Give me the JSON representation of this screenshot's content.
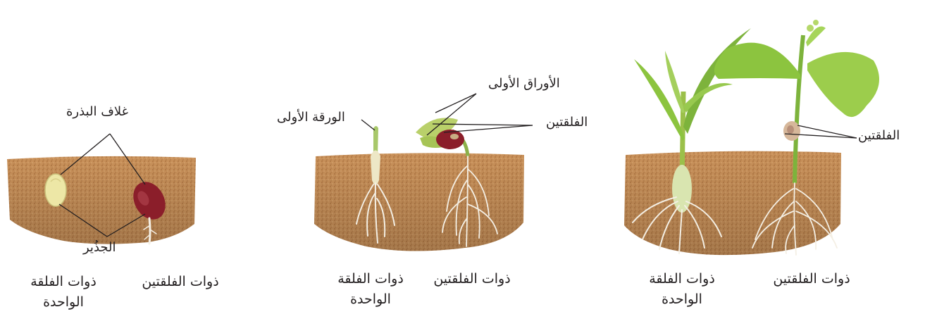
{
  "panels": [
    {
      "stage": "germination",
      "labels": {
        "seed_coat": "غلاف البذرة",
        "radicle": "الجذُير"
      },
      "captions": {
        "dicot": "ذوات الفلقتين",
        "monocot": "ذوات الفلقة الواحدة"
      }
    },
    {
      "stage": "seedling",
      "labels": {
        "first_leaf": "الورقة الأولى",
        "first_leaves": "الأوراق الأولى",
        "cotyledons": "الفلقتين"
      },
      "captions": {
        "dicot": "ذوات الفلقتين",
        "monocot": "ذوات الفلقة الواحدة"
      }
    },
    {
      "stage": "young-plant",
      "labels": {
        "cotyledons": "الفلقتين"
      },
      "captions": {
        "dicot": "ذوات الفلقتين",
        "monocot": "ذوات الفلقة الواحدة"
      }
    }
  ],
  "colors": {
    "soil": "#c9915a",
    "soil_dark": "#a86f3c",
    "root": "#f4efe4",
    "stem_green": "#7db33c",
    "leaf_green": "#8cc43f",
    "seed_red": "#8b1e2a",
    "seed_cream": "#ede7a6",
    "leader_line": "#231f20"
  }
}
